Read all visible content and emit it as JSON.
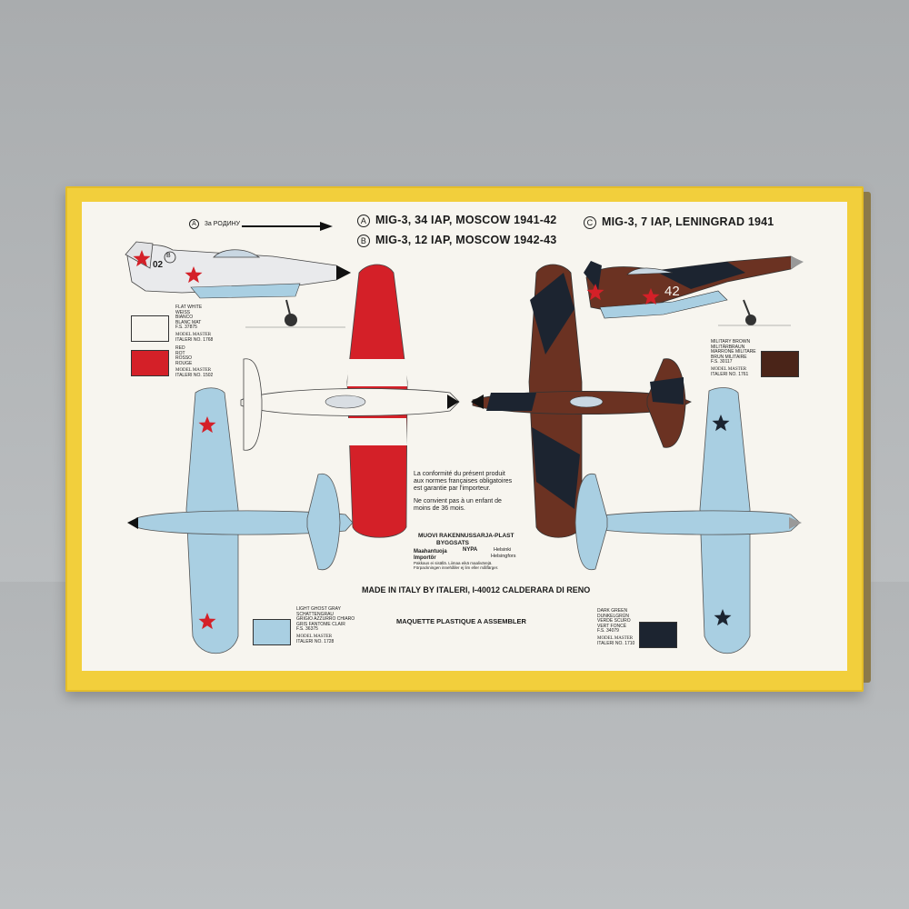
{
  "profiles": [
    {
      "letter": "A",
      "title": "MIG-3, 34 IAP, MOSCOW 1941-42"
    },
    {
      "letter": "B",
      "title": "MIG-3, 12 IAP, MOSCOW 1942-43"
    },
    {
      "letter": "C",
      "title": "MIG-3, 7 IAP, LENINGRAD 1941"
    }
  ],
  "scale_callout": {
    "letter": "A",
    "text": "3a POДИНУ"
  },
  "aircraft_labels": {
    "plane_a_code": "02",
    "plane_b_marker": "B",
    "plane_c_code": "42"
  },
  "paints": [
    {
      "id": "flat-white",
      "lines": [
        "FLAT WHITE",
        "WEISS",
        "BIANCO",
        "BLANC MAT",
        "F.S. 37875"
      ],
      "brand": "MODEL MASTER",
      "code": "ITALERI NO. 1768",
      "color": "#f7f5ef"
    },
    {
      "id": "red",
      "lines": [
        "RED",
        "ROT",
        "ROSSO",
        "ROUGE"
      ],
      "brand": "MODEL MASTER",
      "code": "ITALERI NO. 1502",
      "color": "#d42028"
    },
    {
      "id": "military-brown",
      "lines": [
        "MILITARY BROWN",
        "MILITÄRBRAUN",
        "MARRONE MILITARE",
        "BRUN MILITAIRE",
        "F.S. 30117"
      ],
      "brand": "MODEL MASTER",
      "code": "ITALERI NO. 1761",
      "color": "#4a2418"
    },
    {
      "id": "light-ghost-gray",
      "lines": [
        "LIGHT GHOST GRAY",
        "SCHATTENGRAU",
        "GRIGIO AZZURRO CHIARO",
        "GRIS FANTOME CLAIR",
        "F.S. 36375"
      ],
      "brand": "MODEL MASTER",
      "code": "ITALERI NO. 1728",
      "color": "#a9cfe2"
    },
    {
      "id": "dark-green",
      "lines": [
        "DARK GREEN",
        "DUNKELGRÜN",
        "VERDE SCURO",
        "VERT FONCÉ",
        "F.S. 34079"
      ],
      "brand": "MODEL MASTER",
      "code": "ITALERI NO. 1710",
      "color": "#1c2430"
    }
  ],
  "legal_fr": [
    "La conformité du présent produit",
    "aux normes françaises obligatoires",
    "est garantie par l'importeur.",
    "",
    "Ne convient pas à un enfant de",
    "moins de 36 mois."
  ],
  "finnish": {
    "title1": "MUOVI RAKENNUSSARJA-PLAST",
    "title2": "BYGGSATS",
    "row1_left": "Maahantuoja",
    "row1_mid": "NYPA",
    "row1_right": "Helsinki",
    "row2_left": "Importör",
    "row2_right": "Helsingfors",
    "note1": "Pakkaus ei sisällä. Liimaa eikä maalivärejä.",
    "note2": "Förpackningen innehåller ej lim eller målfärger."
  },
  "made_in": "MADE IN ITALY BY ITALERI, I-40012 CALDERARA DI RENO",
  "maquette": "MAQUETTE PLASTIQUE A ASSEMBLER",
  "colors": {
    "red": "#d42028",
    "brown": "#6b3222",
    "dark": "#1c2430",
    "blue": "#a9cfe2",
    "white": "#f7f5ef"
  }
}
